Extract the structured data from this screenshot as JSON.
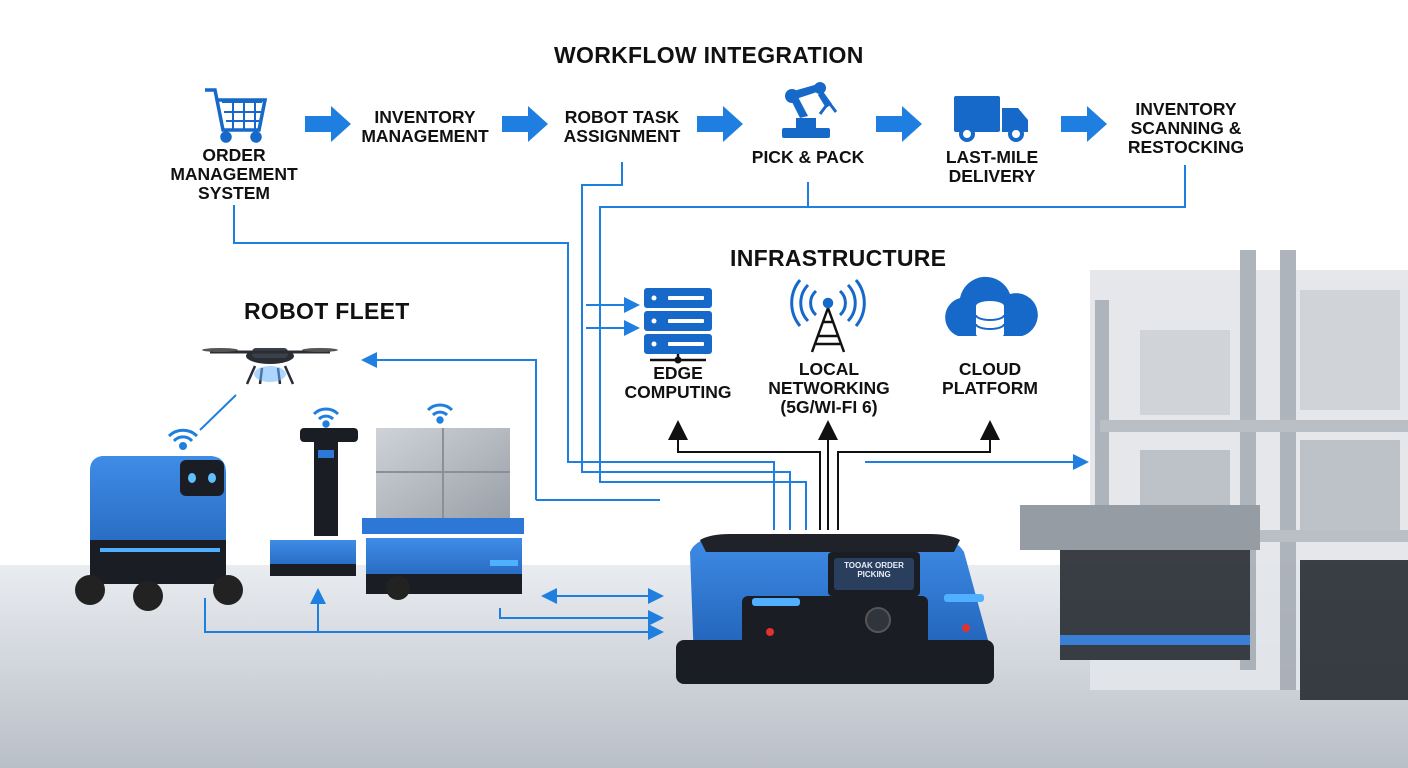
{
  "workflow": {
    "heading": "WORKFLOW INTEGRATION",
    "steps": [
      {
        "label": "ORDER MANAGEMENT SYSTEM",
        "icon": "shopping-cart-icon"
      },
      {
        "label": "INVENTORY MANAGEMENT",
        "icon": ""
      },
      {
        "label": "ROBOT TASK ASSIGNMENT",
        "icon": ""
      },
      {
        "label": "PICK & PACK",
        "icon": "robotic-arm-icon"
      },
      {
        "label": "LAST-MILE DELIVERY",
        "icon": "delivery-truck-icon"
      },
      {
        "label": "INVENTORY SCANNING & RESTOCKING",
        "icon": ""
      }
    ]
  },
  "infrastructure": {
    "heading": "INFRASTRUCTURE",
    "items": [
      {
        "label": "EDGE COMPUTING",
        "icon": "server-rack-icon"
      },
      {
        "label": "LOCAL NETWORKING (5G/Wi-Fi 6)",
        "icon": "radio-tower-icon"
      },
      {
        "label": "CLOUD PLATFORM",
        "icon": "cloud-database-icon"
      }
    ]
  },
  "fleet": {
    "heading": "ROBOT FLEET",
    "screen_text": "TOOAK ORDER PICKING"
  },
  "colors": {
    "accent": "#1f7fe0",
    "icon_blue": "#1769c9",
    "robot_blue": "#2d78d6",
    "robot_dark": "#1a1d24",
    "floor": "#c9ced6"
  }
}
